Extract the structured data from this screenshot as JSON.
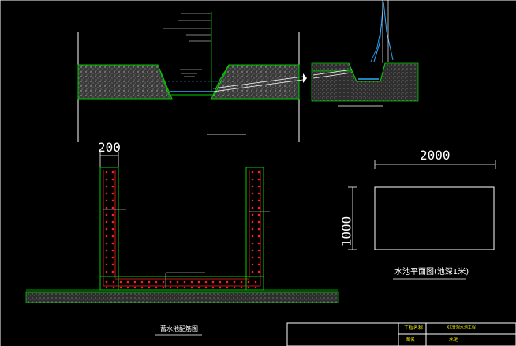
{
  "colors": {
    "background": "#000000",
    "frame": "#ffffff",
    "rebar": "#ff2020",
    "outline": "#00cc00",
    "hatch": "#9a9a9a",
    "water": "#33aaff",
    "title_block_text": "#e6e600"
  },
  "plan": {
    "width_dim": "2000",
    "height_dim": "1000",
    "caption": "水池平面图(池深1米)"
  },
  "rebar_section": {
    "wall_width_dim": "200",
    "caption": "蓄水池配筋图"
  },
  "title_block": {
    "row1_label": "工程名称",
    "row1_value": "XX景观水池工程",
    "row2_label": "图名",
    "row2_value": "水池"
  }
}
